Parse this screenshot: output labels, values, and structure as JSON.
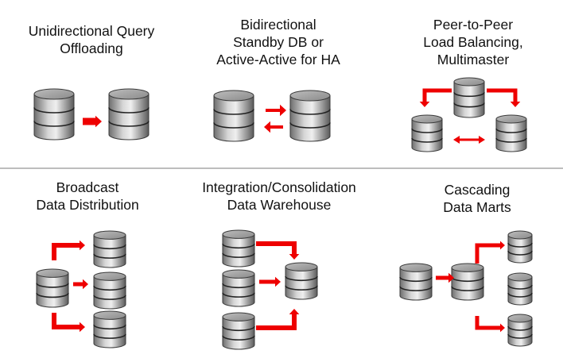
{
  "panels": [
    {
      "title": "Unidirectional Query\nOffloading"
    },
    {
      "title": "Bidirectional\nStandby DB or\nActive-Active for HA"
    },
    {
      "title": "Peer-to-Peer\nLoad Balancing,\nMultimaster"
    },
    {
      "title": "Broadcast\nData Distribution"
    },
    {
      "title": "Integration/Consolidation\nData Warehouse"
    },
    {
      "title": "Cascading\nData Marts"
    }
  ],
  "colors": {
    "arrow": "#ee0000",
    "divider": "#bdbdbd"
  },
  "icons": [
    "database-icon",
    "arrow-icon"
  ]
}
